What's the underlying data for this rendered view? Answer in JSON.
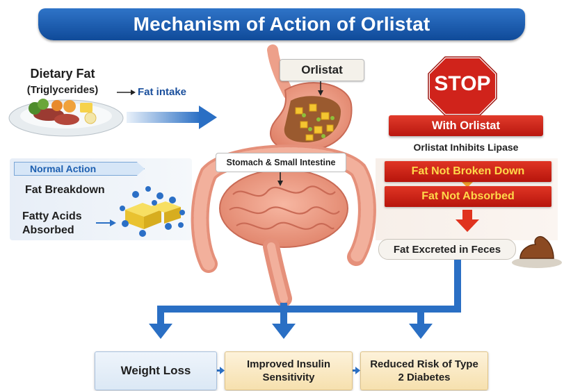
{
  "title": "Mechanism of Action of Orlistat",
  "intake": {
    "dietary_fat": "Dietary Fat",
    "triglycerides": "(Triglycerides)",
    "fat_intake": "Fat intake"
  },
  "drug": {
    "orlistat_label": "Orlistat",
    "stomach_label": "Stomach & Small Intestine"
  },
  "normal_action": {
    "tag": "Normal Action",
    "fat_breakdown": "Fat Breakdown",
    "fatty_acids": "Fatty Acids Absorbed"
  },
  "with_orlistat": {
    "stop_sign": "STOP",
    "header": "With Orlistat",
    "inhibits": "Orlistat Inhibits Lipase",
    "not_broken": "Fat Not Broken Down",
    "not_absorbed": "Fat Not Absorbed",
    "excreted": "Fat Excreted in Feces"
  },
  "outcomes": {
    "weight_loss": "Weight Loss",
    "insulin": "Improved Insulin Sensitivity",
    "diabetes": "Reduced Risk of Type 2 Diabetes"
  },
  "colors": {
    "title_blue": "#1d5fb0",
    "arrow_blue": "#2a6fc4",
    "alert_red": "#c91f13",
    "alert_text": "#ffd84a",
    "intestine": "#ef9e86"
  }
}
